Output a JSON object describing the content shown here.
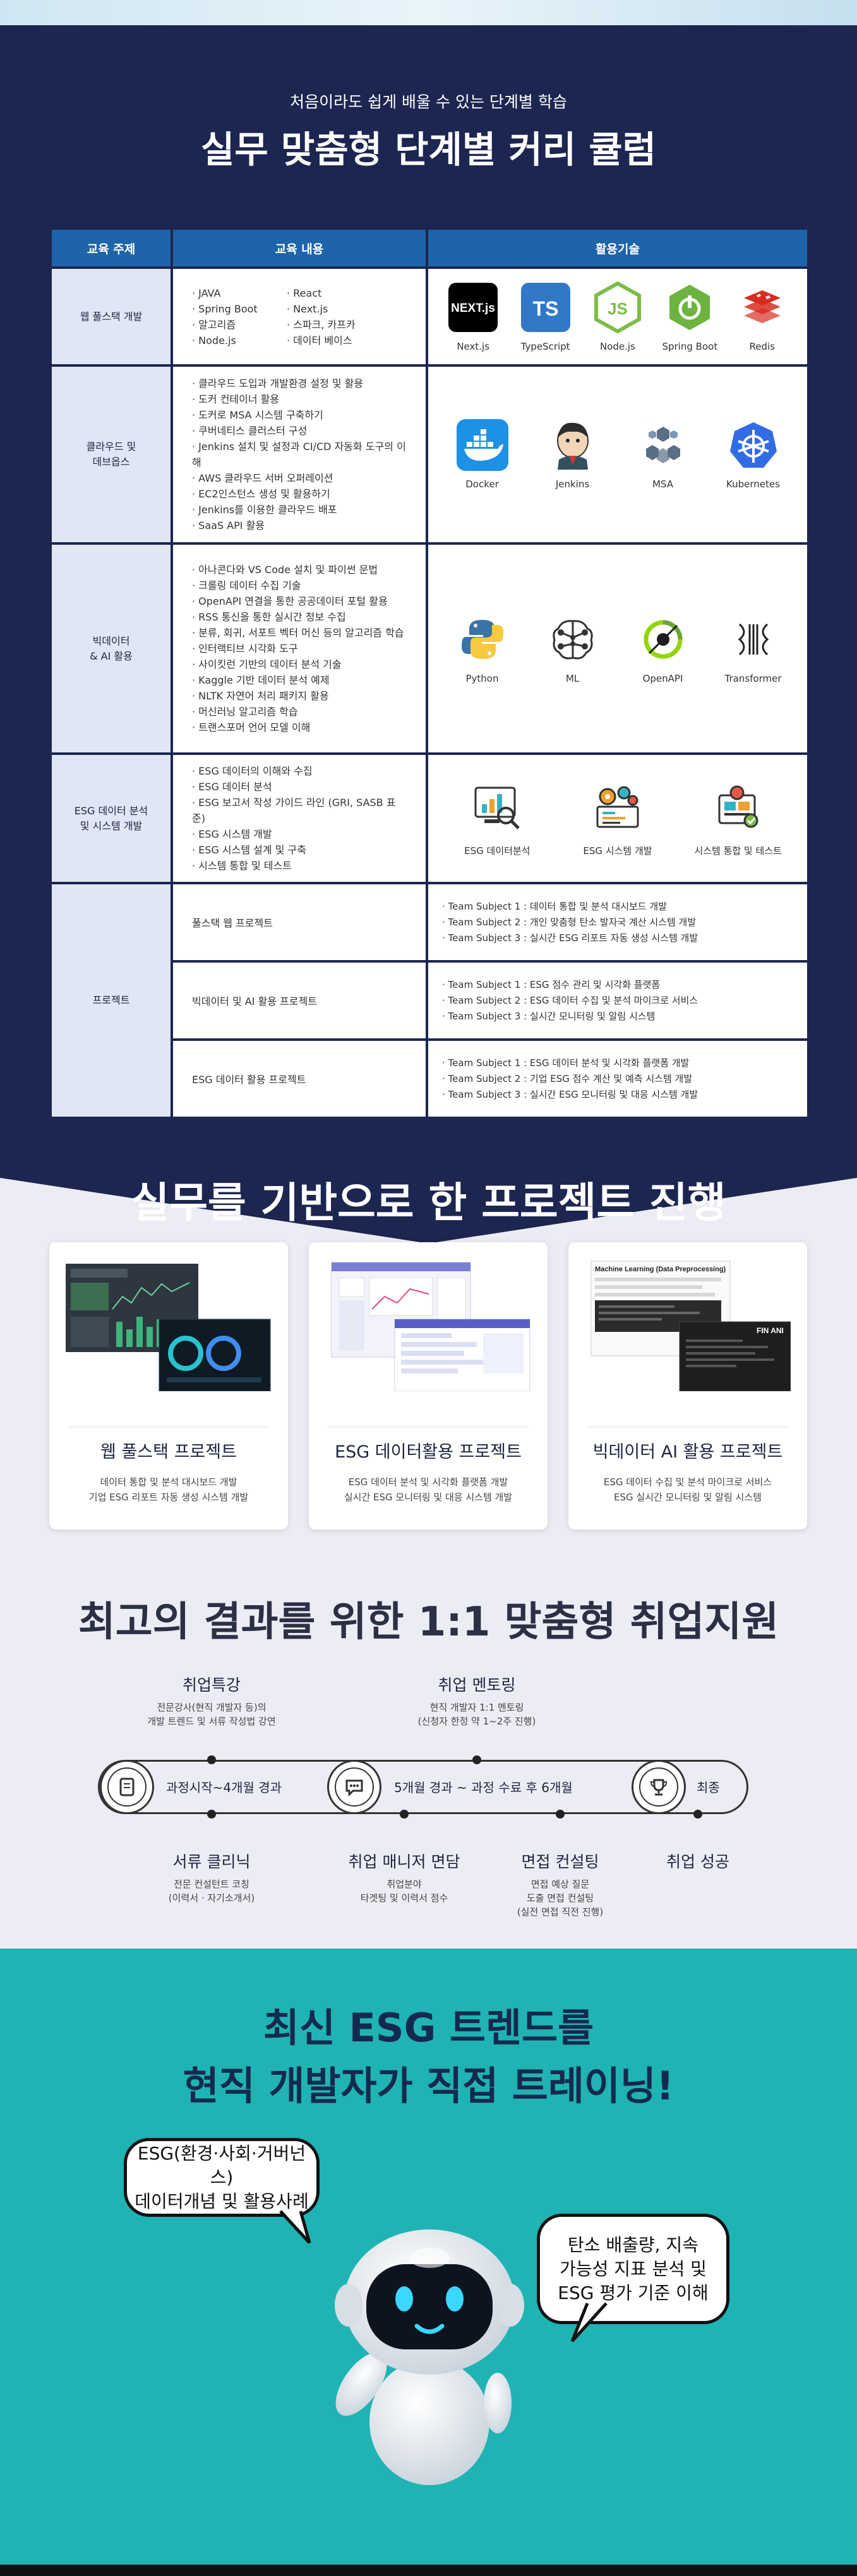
{
  "curriculum": {
    "subtitle": "처음이라도 쉽게 배울 수 있는 단계별 학습",
    "title": "실무 맞춤형 단계별 커리 큘럼",
    "headers": [
      "교육 주제",
      "교육 내용",
      "활용기술"
    ],
    "rows": [
      {
        "topic": "웹 풀스택 개발",
        "content_left": [
          "· JAVA",
          "· Spring Boot",
          "· 알고리즘",
          "· Node.js"
        ],
        "content_right": [
          "· React",
          "· Next.js",
          "· 스파크, 카프카",
          "· 데이터 베이스"
        ],
        "tech": [
          "Next.js",
          "TypeScript",
          "Node.js",
          "Spring Boot",
          "Redis"
        ]
      },
      {
        "topic": "클라우드 및\n데브옵스",
        "content": [
          "· 클라우드 도입과 개발환경 설정 및 활용",
          "· 도커 컨테이너 활용",
          "· 도커로 MSA 시스템 구축하기",
          "· 쿠버네티스 클러스터 구성",
          "· Jenkins 설치 및 설정과 CI/CD 자동화 도구의 이해",
          "· AWS 클라우드 서버 오퍼레이션",
          "· EC2인스턴스 생성 및 활용하기",
          "· Jenkins를 이용한 클라우드 배포",
          "· SaaS API 활용"
        ],
        "tech": [
          "Docker",
          "Jenkins",
          "MSA",
          "Kubernetes"
        ]
      },
      {
        "topic": "빅데이터\n& AI 활용",
        "content": [
          "· 아나콘다와 VS Code 설치 및 파이썬 문법",
          "· 크롤링 데이터 수집 기술",
          "· OpenAPI 연결을 통한 공공데이터 포털 활용",
          "· RSS 통신을 통한 실시간 정보 수집",
          "· 분류, 회귀, 서포트 벡터 머신 등의 알고리즘 학습",
          "· 인터랙티브 시각화 도구",
          "· 사이킷런 기반의 데이터 분석 기술",
          "· Kaggle 기반 데이터 분석 예제",
          "· NLTK 자연어 처리 패키지 활용",
          "· 머신러닝 알고리즘 학습",
          "· 트랜스포머 언어 모델 이해"
        ],
        "tech": [
          "Python",
          "ML",
          "OpenAPI",
          "Transformer"
        ]
      },
      {
        "topic": "ESG 데이터 분석\n및 시스템 개발",
        "content": [
          "· ESG 데이터의 이해와 수집",
          "· ESG 데이터 분석",
          "· ESG 보고서 작성 가이드 라인 (GRI, SASB 표준)",
          "· ESG 시스템 개발",
          "· ESG 시스템 설계 및 구축",
          "· 시스템 통합 및 테스트"
        ],
        "tech": [
          "ESG 데이터분석",
          "ESG 시스템 개발",
          "시스템 통합 및 테스트"
        ]
      }
    ],
    "project_topic": "프로젝트",
    "projects": [
      {
        "name": "풀스택 웹 프로젝트",
        "subjects": [
          "· Team Subject 1 : 데이터 통합 및 분석 대시보드 개발",
          "· Team Subject 2 : 개인 맞춤형 탄소 발자국 계산 시스템 개발",
          "· Team Subject 3 : 실시간 ESG 리포트 자동 생성 시스템 개발"
        ]
      },
      {
        "name": "빅데이터 및 AI 활용 프로젝트",
        "subjects": [
          "· Team Subject 1 : ESG 점수 관리 및 시각화 플랫폼",
          "· Team Subject 2 : ESG 데이터 수집 및 분석 마이크로 서비스",
          "· Team Subject 3 : 실시간 모니터링 및 알림 시스템"
        ]
      },
      {
        "name": "ESG 데이터 활용 프로젝트",
        "subjects": [
          "· Team Subject 1 : ESG 데이터 분석 및 시각화 플랫폼 개발",
          "· Team Subject 2 : 기업 ESG 점수 계산 및 예측 시스템 개발",
          "· Team Subject 3 : 실시간 ESG 모니터링 및 대응 시스템 개발"
        ]
      }
    ]
  },
  "projects_section": {
    "title": "실무를 기반으로 한 프로젝트 진행",
    "cards": [
      {
        "title": "웹 풀스택 프로젝트",
        "desc": [
          "데이터 통합 및 분석 대시보드 개발",
          "기업 ESG 리포트 자동 생성 시스템 개발"
        ]
      },
      {
        "title": "ESG 데이터활용 프로젝트",
        "desc": [
          "ESG 데이터 분석 및 시각화 플랫폼 개발",
          "실시간 ESG 모니터링 및 대응 시스템 개발"
        ]
      },
      {
        "title": "빅데이터 AI 활용 프로젝트",
        "desc": [
          "ESG 데이터 수집 및 분석 마이크로 서비스",
          "ESG 실시간 모니터링 및 알림 시스템"
        ]
      }
    ],
    "shot3_text": "Machine Learning (Data Preprocessing)"
  },
  "support": {
    "title": "최고의 결과를 위한 1:1 맞춤형 취업지원",
    "top": [
      {
        "label": "취업특강",
        "desc": [
          "전문강사(현직 개발자 등)의",
          "개발 트렌드 및 서류 작성법 강연"
        ]
      },
      {
        "label": "취업 멘토링",
        "desc": [
          "현직 개발자 1:1 멘토링",
          "(신청자 한정 약 1~2주 진행)"
        ]
      }
    ],
    "track": [
      "과정시작~4개월 경과",
      "5개월 경과 ~ 과정 수료 후 6개월",
      "최종"
    ],
    "bottom": [
      {
        "label": "서류 클리닉",
        "desc": [
          "전문 컨설턴트 코칭",
          "(이력서 · 자기소개서)"
        ]
      },
      {
        "label": "취업 매니저 면담",
        "desc": [
          "취업분야",
          "타겟팅 및 이력서 점수"
        ]
      },
      {
        "label": "면접 컨설팅",
        "desc": [
          "면접 예상 질문",
          "도출 면접 컨설팅",
          "(실전 면접 직전 진행)"
        ]
      },
      {
        "label": "취업 성공",
        "desc": []
      }
    ]
  },
  "trend": {
    "title_line1": "최신 ESG 트렌드를",
    "title_line2": "현직 개발자가 직접 트레이닝!",
    "bubble_left": [
      "ESG(환경·사회·거버넌스)",
      "데이터개념 및 활용사례"
    ],
    "bubble_right": [
      "탄소 배출량, 지속",
      "가능성 지표 분석 및",
      "ESG 평가 기준 이해"
    ]
  },
  "colors": {
    "navy": "#1c2650",
    "header_blue": "#1e64a8",
    "topic_bg": "#dfe7f5",
    "teal": "#1fb3b4",
    "light_bg": "#ecedf4"
  }
}
